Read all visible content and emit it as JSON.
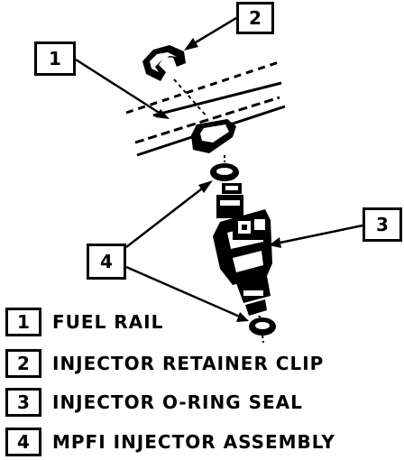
{
  "callouts": [
    {
      "id": "1",
      "label": "1"
    },
    {
      "id": "2",
      "label": "2"
    },
    {
      "id": "3",
      "label": "3"
    },
    {
      "id": "4",
      "label": "4"
    }
  ],
  "legend": [
    {
      "num": "1",
      "text": "FUEL RAIL"
    },
    {
      "num": "2",
      "text": "INJECTOR RETAINER CLIP"
    },
    {
      "num": "3",
      "text": "INJECTOR O-RING SEAL"
    },
    {
      "num": "4",
      "text": "MPFI INJECTOR ASSEMBLY"
    }
  ]
}
